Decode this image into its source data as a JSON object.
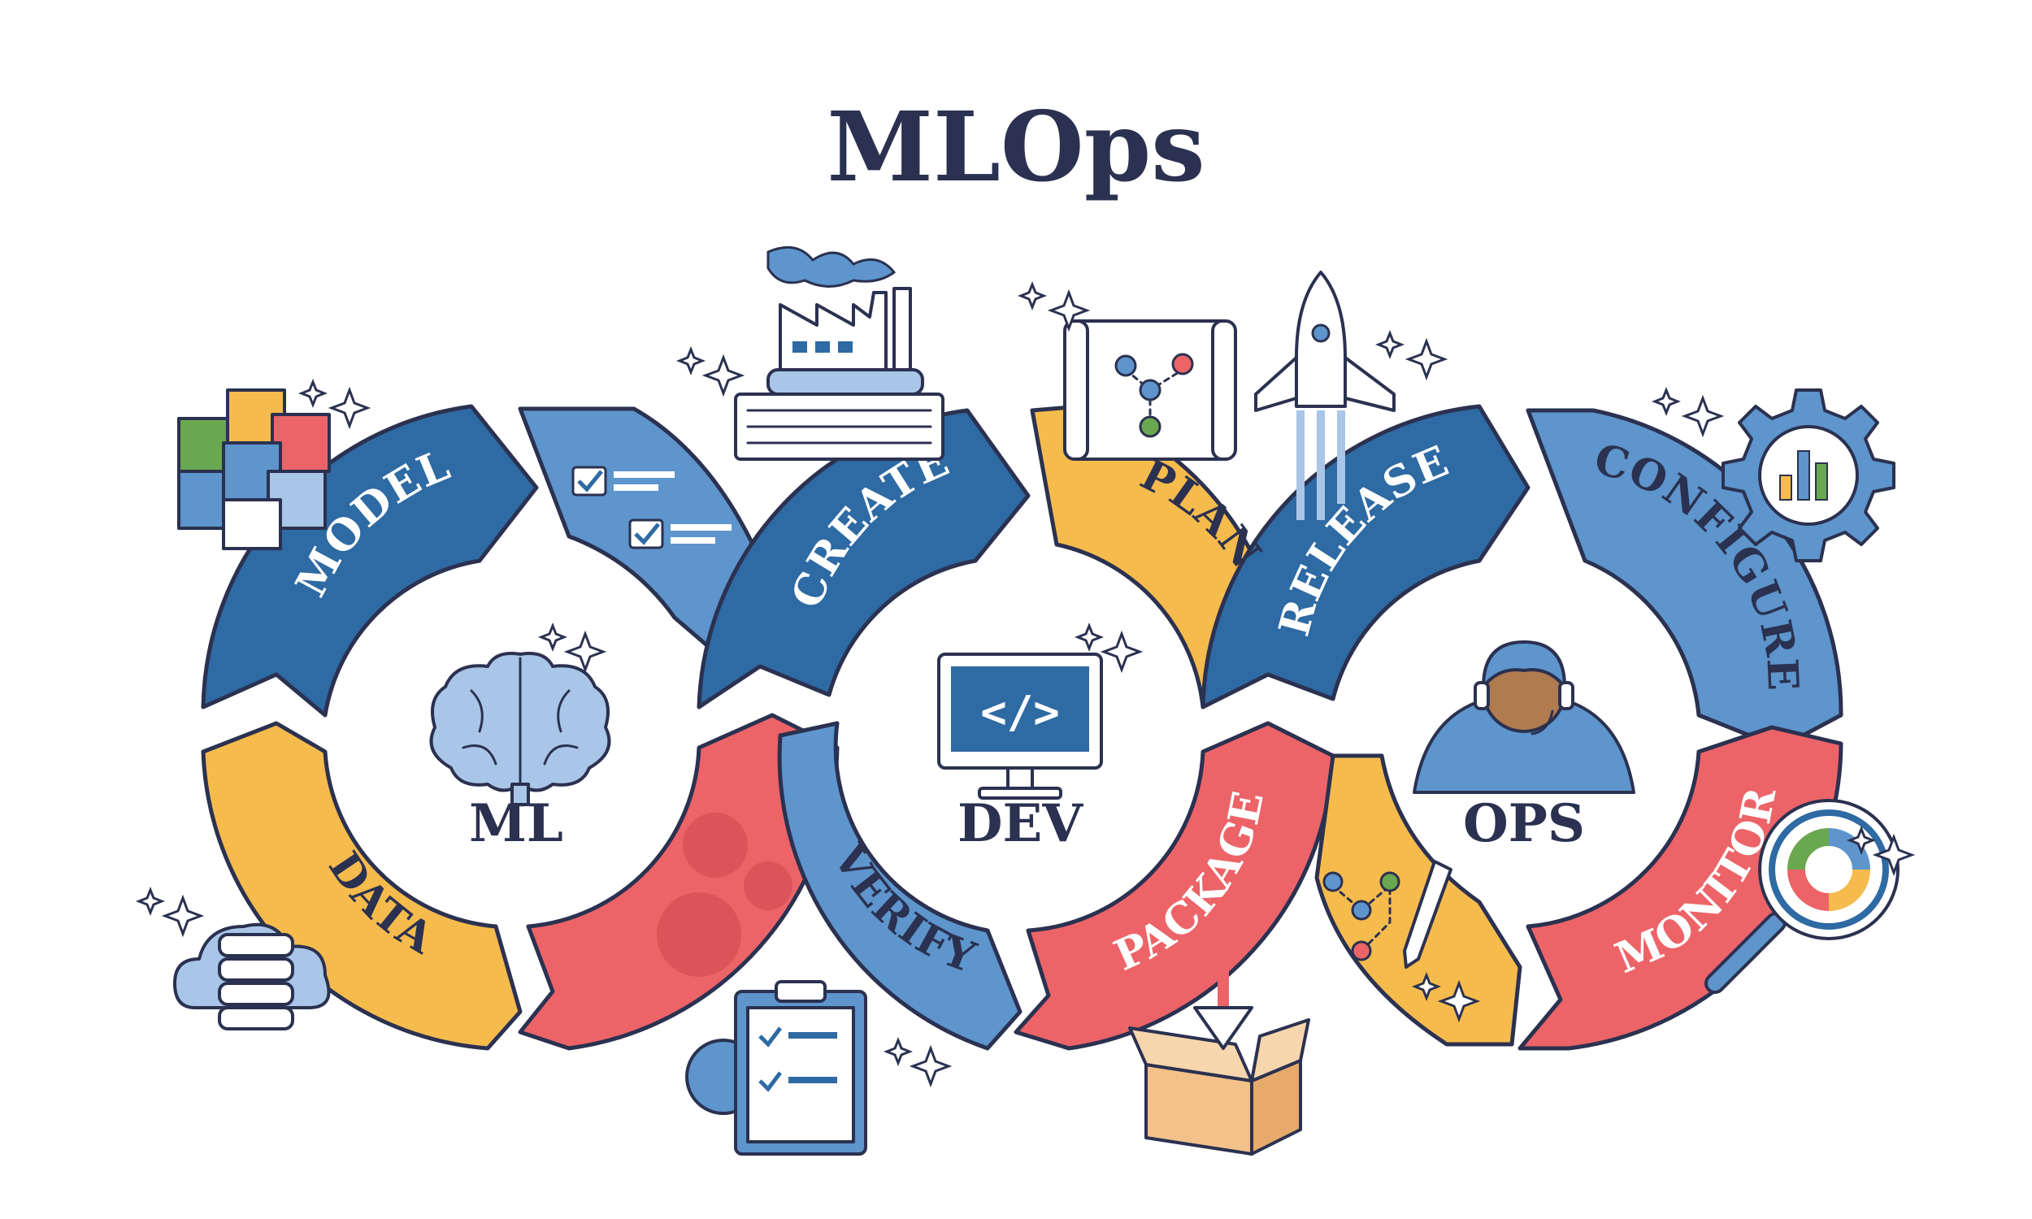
{
  "title": "MLOps",
  "centers": [
    {
      "id": "ml",
      "label": "ML"
    },
    {
      "id": "dev",
      "label": "DEV"
    },
    {
      "id": "ops",
      "label": "OPS"
    }
  ],
  "segments": [
    {
      "id": "model",
      "label": "MODEL",
      "color": "#2e6aa3"
    },
    {
      "id": "data",
      "label": "DATA",
      "color": "#f6bb4d"
    },
    {
      "id": "create",
      "label": "CREATE",
      "color": "#2e6aa3"
    },
    {
      "id": "verify",
      "label": "VERIFY",
      "color": "#5d95cc"
    },
    {
      "id": "plan",
      "label": "PLAN",
      "color": "#f6bb4d"
    },
    {
      "id": "package",
      "label": "PACKAGE",
      "color": "#ec6468"
    },
    {
      "id": "release",
      "label": "RELEASE",
      "color": "#2e6aa3"
    },
    {
      "id": "configure",
      "label": "CONFIGURE",
      "color": "#5d95cc"
    },
    {
      "id": "monitor",
      "label": "MONITOR",
      "color": "#ec6468"
    }
  ],
  "colors": {
    "ink": "#2b3150",
    "blue_dark": "#2e6aa3",
    "blue_light": "#5d95cc",
    "yellow": "#f6bb4d",
    "red": "#ec6468"
  },
  "icons": [
    "cubes-icon",
    "checklist-icon",
    "factory-icon",
    "map-icon",
    "rocket-icon",
    "gear-chart-icon",
    "brain-icon",
    "code-monitor-icon",
    "support-agent-icon",
    "database-cloud-icon",
    "gears-icon",
    "clipboard-icon",
    "box-icon",
    "route-pen-icon",
    "magnifier-chart-icon",
    "sparkle-icon"
  ]
}
